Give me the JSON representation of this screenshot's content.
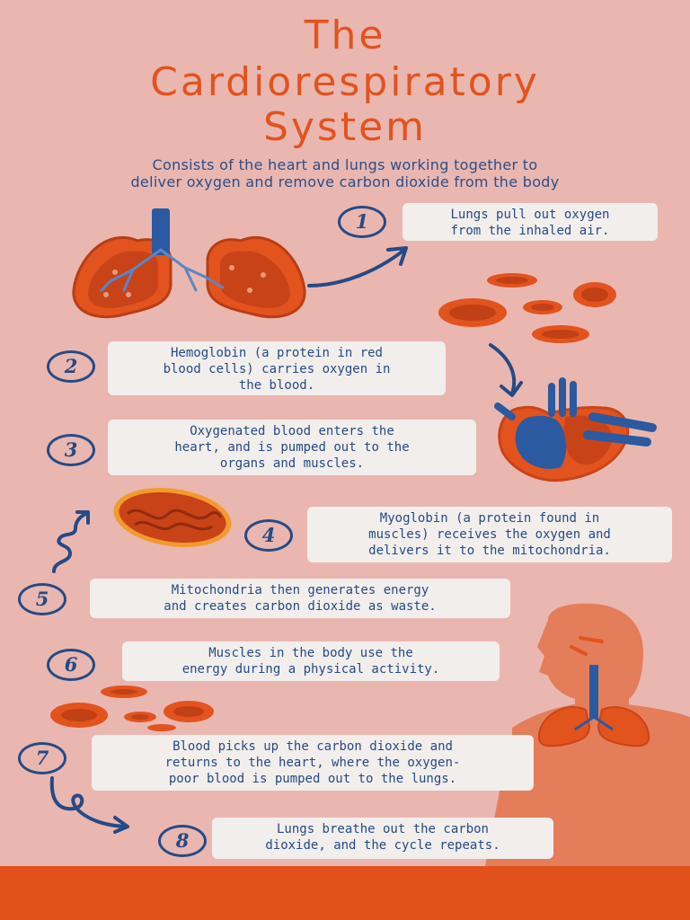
{
  "title": {
    "line1": "The",
    "line2": "Cardiorespiratory",
    "line3": "System"
  },
  "subtitle": {
    "line1": "Consists of the heart and lungs working together to",
    "line2": "deliver oxygen and remove carbon dioxide from the body"
  },
  "steps": [
    {
      "number": "1",
      "lines": [
        "Lungs pull out oxygen",
        "from the inhaled air."
      ]
    },
    {
      "number": "2",
      "lines": [
        "Hemoglobin (a protein in red",
        "blood cells) carries oxygen in",
        "the blood."
      ]
    },
    {
      "number": "3",
      "lines": [
        "Oxygenated blood enters the",
        "heart, and is pumped out to the",
        "organs and muscles."
      ]
    },
    {
      "number": "4",
      "lines": [
        "Myoglobin (a protein found in",
        "muscles) receives the oxygen and",
        "delivers it to the mitochondria."
      ]
    },
    {
      "number": "5",
      "lines": [
        "Mitochondria then generates energy",
        "and creates carbon dioxide as waste."
      ]
    },
    {
      "number": "6",
      "lines": [
        "Muscles in the body use the",
        "energy during a physical activity."
      ]
    },
    {
      "number": "7",
      "lines": [
        "Blood picks up the carbon dioxide and",
        "returns to the heart, where the oxygen-",
        "poor blood is pumped out to the lungs."
      ]
    },
    {
      "number": "8",
      "lines": [
        "Lungs breathe out the carbon",
        "dioxide, and the cycle repeats."
      ]
    }
  ],
  "colors": {
    "background": "#e9b7b0",
    "accent_orange": "#e2531e",
    "text_blue": "#254a86",
    "box": "#f2eeec",
    "footer": "#e0521a"
  },
  "illustrations": [
    "lungs-illustration",
    "red-blood-cells",
    "heart-illustration",
    "mitochondria-illustration",
    "human-silhouette"
  ]
}
